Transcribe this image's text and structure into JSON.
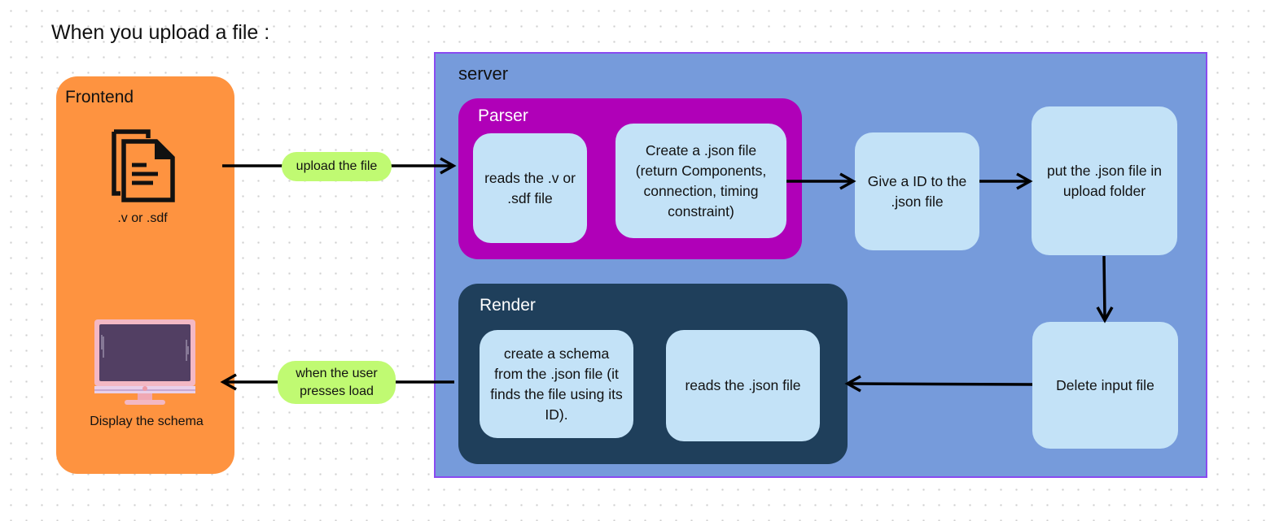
{
  "title": "When you upload a file :",
  "frontend": {
    "label": "Frontend",
    "file_icon": "documents-icon",
    "file_label": ".v or .sdf",
    "display_icon": "monitor-icon",
    "display_label": "Display the schema"
  },
  "connections": {
    "upload_label": "upload the file",
    "load_label": "when the user presses load"
  },
  "server": {
    "label": "server",
    "parser": {
      "label": "Parser",
      "steps": [
        "reads the .v or .sdf file",
        "Create a .json file (return Components, connection, timing constraint)"
      ]
    },
    "give_id": "Give a ID to the .json file",
    "put_json": "put the .json file in upload folder",
    "delete_input": "Delete input file",
    "render": {
      "label": "Render",
      "steps": [
        "create a schema from the .json file (it finds the file using its ID).",
        "reads the .json file"
      ]
    }
  },
  "colors": {
    "frontend": "#fe9340",
    "server": "#769bdb",
    "server_border": "#8a4bf0",
    "parser": "#b000b8",
    "render": "#1f3f5b",
    "step_box": "#c3e2f7",
    "label_pill": "#c0fa72"
  }
}
